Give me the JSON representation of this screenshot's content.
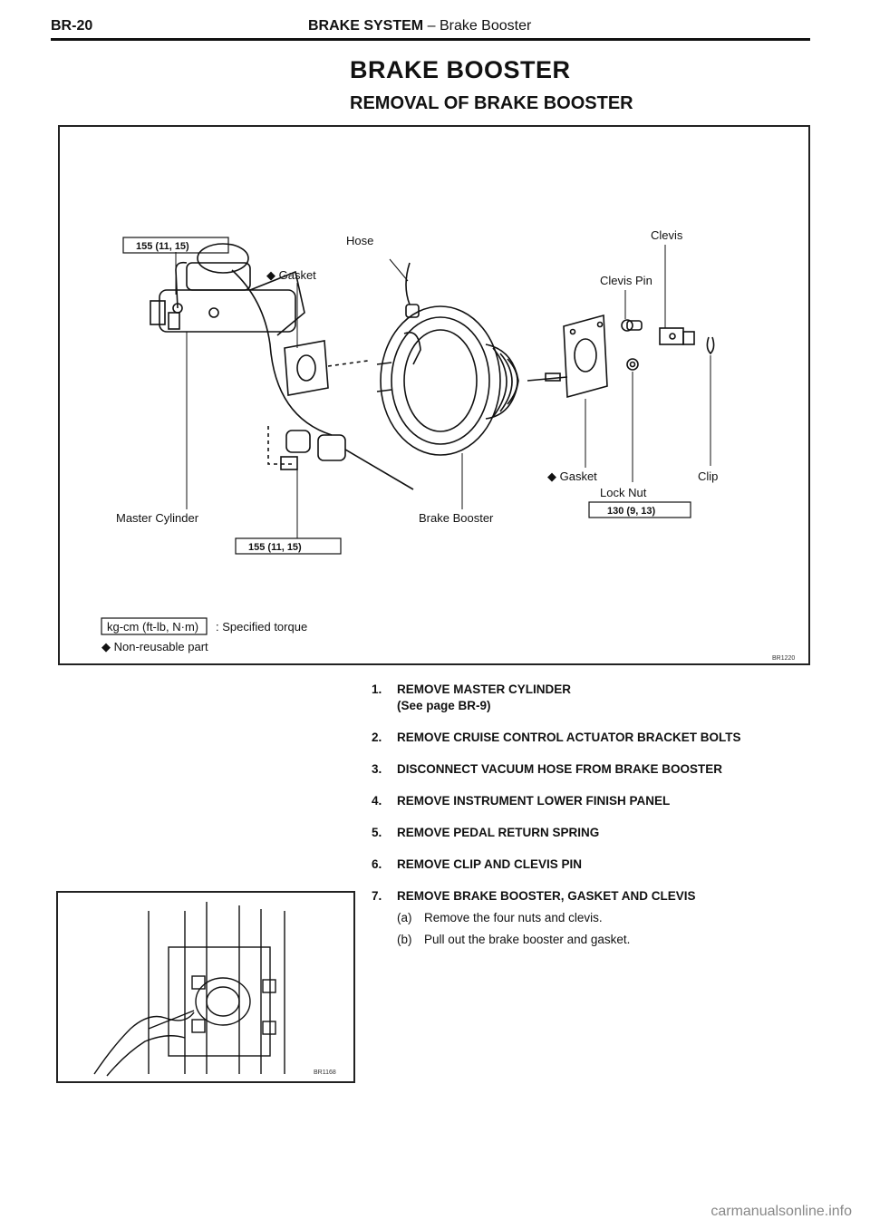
{
  "header": {
    "page_number": "BR-20",
    "section": "BRAKE SYSTEM",
    "separator": "–",
    "subsection": "Brake Booster"
  },
  "title": "BRAKE BOOSTER",
  "subtitle": "REMOVAL OF BRAKE BOOSTER",
  "figure": {
    "labels": {
      "hose": "Hose",
      "clevis": "Clevis",
      "clevis_pin": "Clevis Pin",
      "gasket_top": "◆ Gasket",
      "gasket_bottom": "◆ Gasket",
      "clip": "Clip",
      "lock_nut": "Lock Nut",
      "master_cylinder": "Master Cylinder",
      "brake_booster": "Brake Booster"
    },
    "torque": {
      "top_left": "155 (11, 15)",
      "bottom": "155 (11, 15)",
      "lock_nut": "130 (9, 13)"
    },
    "legend": {
      "torque_box": "kg-cm (ft-lb, N·m)",
      "torque_desc": ": Specified torque",
      "non_reusable": "◆  Non-reusable part"
    },
    "code": "BR1220"
  },
  "steps": [
    {
      "num": "1.",
      "text": "REMOVE MASTER CYLINDER",
      "note": "(See page BR-9)"
    },
    {
      "num": "2.",
      "text": "REMOVE CRUISE CONTROL ACTUATOR BRACKET BOLTS"
    },
    {
      "num": "3.",
      "text": "DISCONNECT VACUUM HOSE FROM BRAKE BOOSTER"
    },
    {
      "num": "4.",
      "text": "REMOVE INSTRUMENT LOWER FINISH PANEL"
    },
    {
      "num": "5.",
      "text": "REMOVE PEDAL RETURN SPRING"
    },
    {
      "num": "6.",
      "text": "REMOVE CLIP AND CLEVIS PIN"
    },
    {
      "num": "7.",
      "text": "REMOVE BRAKE BOOSTER, GASKET AND CLEVIS"
    }
  ],
  "substeps": [
    {
      "label": "(a)",
      "text": "Remove the four nuts and clevis."
    },
    {
      "label": "(b)",
      "text": "Pull out the brake booster and gasket."
    }
  ],
  "photo": {
    "code": "BR1168"
  },
  "watermark": "carmanualsonline.info"
}
